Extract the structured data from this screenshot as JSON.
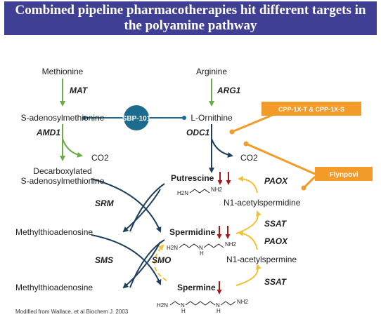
{
  "header": {
    "line1": "Combined pipeline pharmacotherapies hit different targets in",
    "line2": "the polyamine pathway"
  },
  "colors": {
    "banner": "#3f3f94",
    "navy": "#1f3f5c",
    "green": "#6aac46",
    "orange": "#f39b28",
    "yellow": "#f2c234",
    "red": "#a81818",
    "teal": "#1d6b8f"
  },
  "nodes": {
    "methionine": "Methionine",
    "arginine": "Arginine",
    "sam": "S-adenosylmethionine",
    "ornithine": "L-Ornithine",
    "decarb1": "Decarboxylated",
    "decarb2": "S-adenosylmethionine",
    "putrescine": "Putrescine",
    "acetylspermidine": "N1-acetylspermidine",
    "mta1": "Methylthioadenosine",
    "spermidine": "Spermidine",
    "acetylspermine": "N1-acetylspermine",
    "mta2": "Methylthioadenosine",
    "spermine": "Spermine",
    "co2_left": "CO2",
    "co2_right": "CO2"
  },
  "enzymes": {
    "mat": "MAT",
    "arg1": "ARG1",
    "amd1": "AMD1",
    "odc1": "ODC1",
    "srm": "SRM",
    "sms": "SMS",
    "smo": "SMO",
    "paox1": "PAOX",
    "ssat1": "SSAT",
    "paox2": "PAOX",
    "ssat2": "SSAT"
  },
  "drugs": {
    "sbp": "SBP-101",
    "cpp": "CPP-1X-T & CPP-1X-S",
    "flynpovi": "Flynpovi"
  },
  "structures": {
    "putrescine": {
      "left": "H2N",
      "right": "NH2"
    },
    "spermidine": {
      "left": "H2N",
      "mid": "N",
      "midh": "H",
      "right": "NH2"
    },
    "spermine": {
      "left": "H2N",
      "mid1": "N",
      "mid1h": "H",
      "mid2": "N",
      "mid2h": "H",
      "right": "NH2"
    }
  },
  "citation": "Modified from Wallace, et al Biochem J. 2003"
}
